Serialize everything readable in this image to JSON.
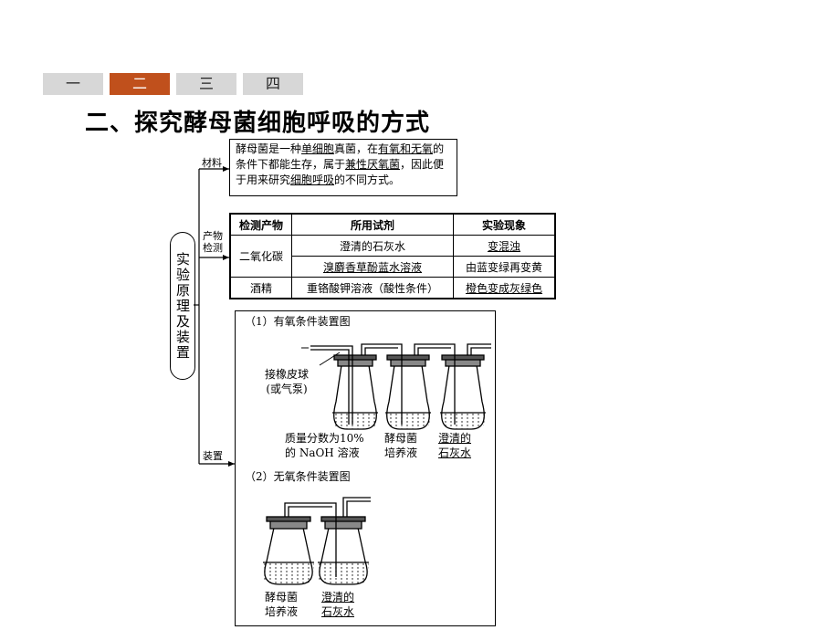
{
  "tabs": [
    "一",
    "二",
    "三",
    "四"
  ],
  "active_tab": 1,
  "heading": "二、探究酵母菌细胞呼吸的方式",
  "mindmap": {
    "root": "实验原理及装置",
    "branch_material": "材料",
    "branch_detect": "产物检测",
    "branch_device": "装置"
  },
  "material": {
    "text_parts": [
      {
        "t": "酵母菌是一种",
        "u": false
      },
      {
        "t": "单细胞",
        "u": true
      },
      {
        "t": "真菌，在",
        "u": false
      },
      {
        "t": "有氧和无氧",
        "u": true
      },
      {
        "t": "的条件下都能生存，属于",
        "u": false
      },
      {
        "t": "兼性厌氧菌",
        "u": true
      },
      {
        "t": "，因此便于用来研究",
        "u": false
      },
      {
        "t": "细胞呼吸",
        "u": true
      },
      {
        "t": "的不同方式。",
        "u": false
      }
    ]
  },
  "detection_table": {
    "headers": [
      "检测产物",
      "所用试剂",
      "实验现象"
    ],
    "rows": [
      {
        "product": "二氧化碳",
        "reagent": "澄清的石灰水",
        "phenomenon": "变混浊"
      },
      {
        "product": "",
        "reagent": "溴麝香草酚蓝水溶液",
        "phenomenon": "由蓝变绿再变黄"
      },
      {
        "product": "酒精",
        "reagent": "重铬酸钾溶液（酸性条件）",
        "phenomenon": "橙色变成灰绿色"
      }
    ]
  },
  "aerobic": {
    "title": "（1）有氧条件装置图",
    "pump_label_1": "接橡皮球",
    "pump_label_2": "(或气泵)",
    "flask1_line1": "质量分数为10%",
    "flask1_line2": "的 NaOH 溶液",
    "flask2_line1": "酵母菌",
    "flask2_line2": "培养液",
    "flask3_line1": "澄清的",
    "flask3_line2": "石灰水"
  },
  "anaerobic": {
    "title": "（2）无氧条件装置图",
    "flask1_line1": "酵母菌",
    "flask1_line2": "培养液",
    "flask2_line1": "澄清的",
    "flask2_line2": "石灰水"
  }
}
